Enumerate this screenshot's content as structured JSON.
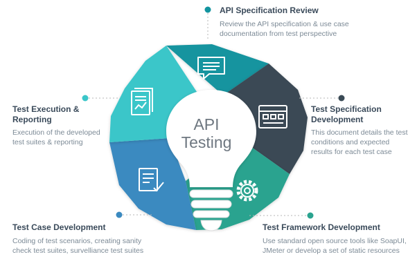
{
  "center": {
    "line1": "API",
    "line2": "Testing"
  },
  "stages": [
    {
      "title": "API Specification Review",
      "description": "Review the API specification & use case documentation from test perspective",
      "icon": "chat-icon",
      "color": "#12949f"
    },
    {
      "title": "Test Specification Development",
      "description": "This document details the test conditions and expected results for each test case",
      "icon": "browser-window-icon",
      "color": "#3a4a55"
    },
    {
      "title": "Test Framework Development",
      "description": "Use standard open source tools like SoapUI, JMeter or develop a set of static resources",
      "icon": "gear-icon",
      "color": "#2aa38f"
    },
    {
      "title": "Test Case Development",
      "description": "Coding of test scenarios, creating sanity check test suites, survelliance test suites",
      "icon": "checklist-icon",
      "color": "#3b8ac0"
    },
    {
      "title": "Test Execution & Reporting",
      "description": "Execution of the developed test suites & reporting",
      "icon": "report-chart-icon",
      "color": "#3bc6c9"
    }
  ]
}
